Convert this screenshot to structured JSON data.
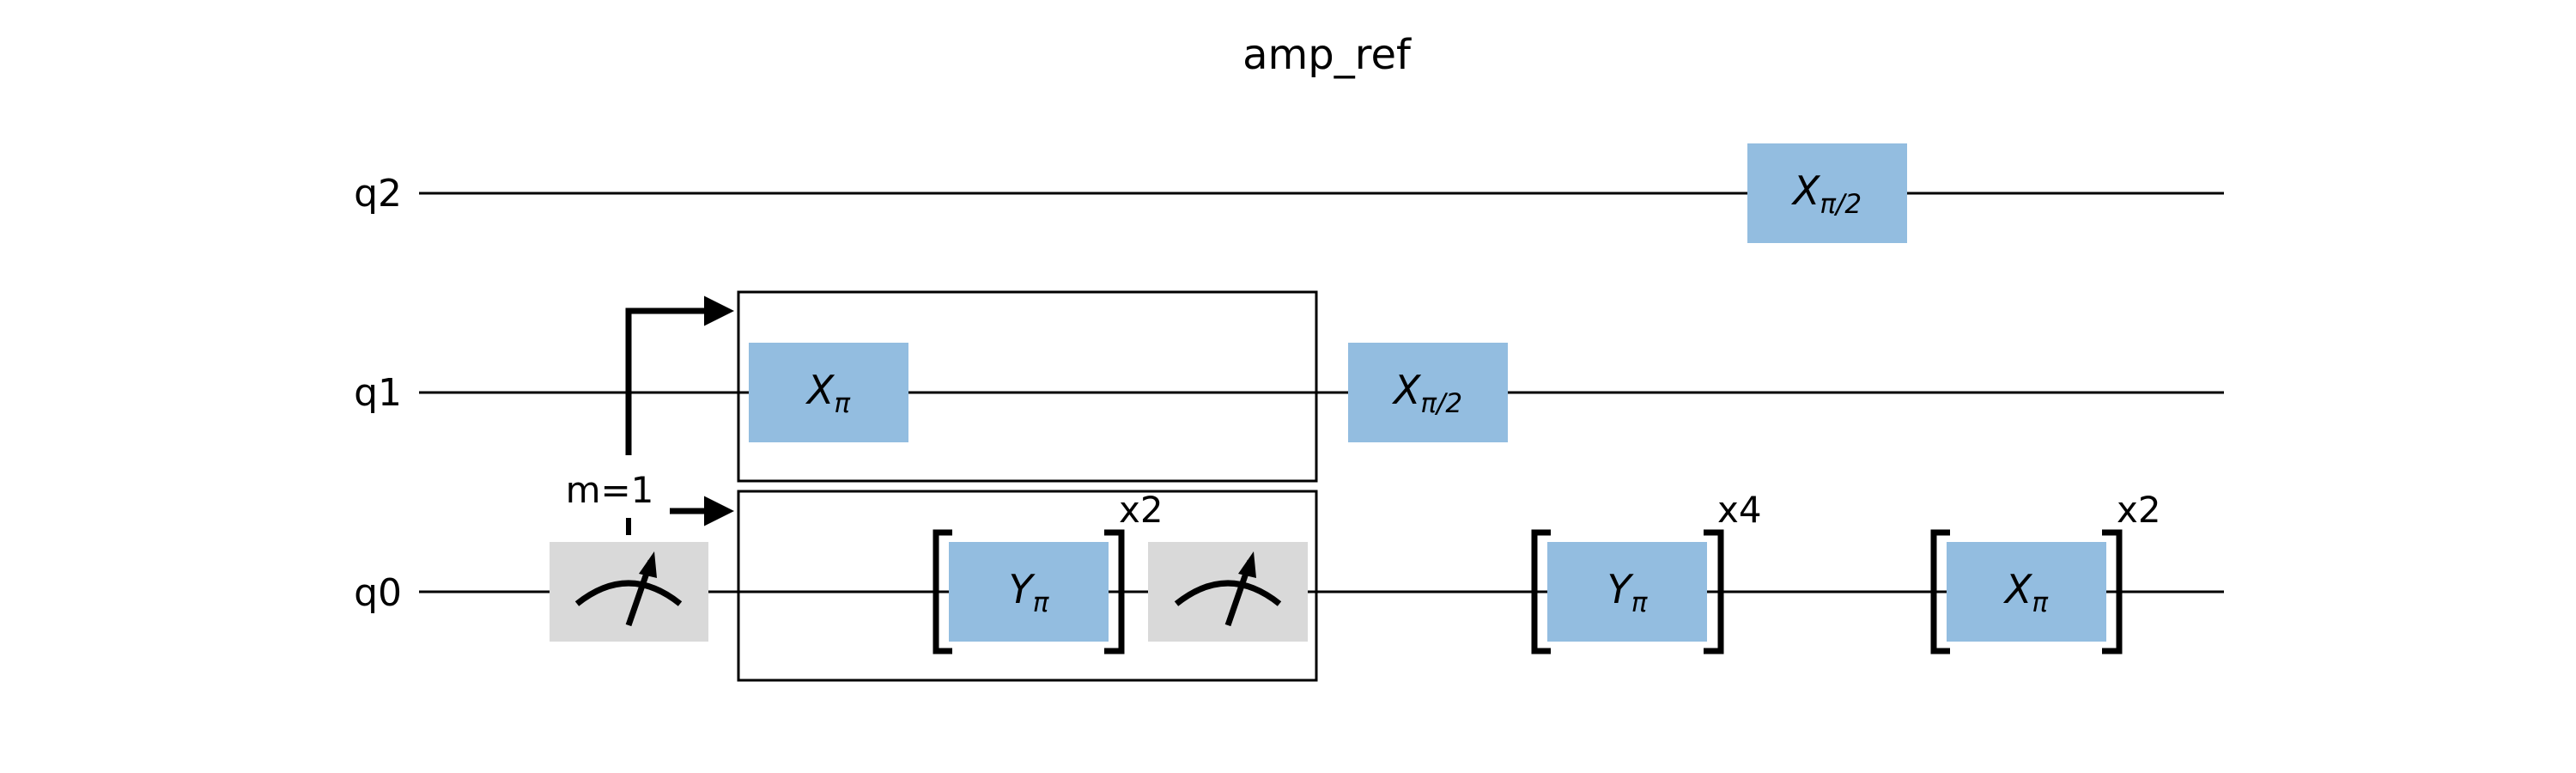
{
  "title": "amp_ref",
  "colors": {
    "gate_fill": "#93bde0",
    "measure_fill": "#d9d9d9",
    "wire": "#000000",
    "background": "#ffffff"
  },
  "qubits": [
    "q2",
    "q1",
    "q0"
  ],
  "gates": {
    "q2_xpi2": {
      "symbol": "X",
      "sub": "π/2"
    },
    "q1_xpi": {
      "symbol": "X",
      "sub": "π"
    },
    "q1_xpi2": {
      "symbol": "X",
      "sub": "π/2"
    },
    "q0_ypi_loop": {
      "symbol": "Y",
      "sub": "π"
    },
    "q0_ypi_rep": {
      "symbol": "Y",
      "sub": "π"
    },
    "q0_xpi_rep": {
      "symbol": "X",
      "sub": "π"
    }
  },
  "measurements": [
    {
      "name": "measure-q0-first",
      "icon": "meter-icon"
    },
    {
      "name": "measure-q0-inner",
      "icon": "meter-icon"
    }
  ],
  "condition_label": "m=1",
  "repeat_labels": {
    "loop_inner": "x2",
    "block_a": "x4",
    "block_b": "x2"
  }
}
